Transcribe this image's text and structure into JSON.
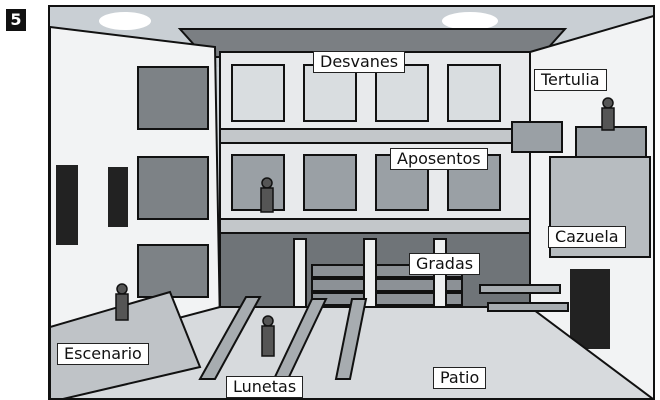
{
  "figure_number": "5",
  "labels": {
    "desvanes": "Desvanes",
    "tertulia": "Tertulia",
    "aposentos": "Aposentos",
    "cazuela": "Cazuela",
    "gradas": "Gradas",
    "escenario": "Escenario",
    "lunetas": "Lunetas",
    "patio": "Patio"
  }
}
